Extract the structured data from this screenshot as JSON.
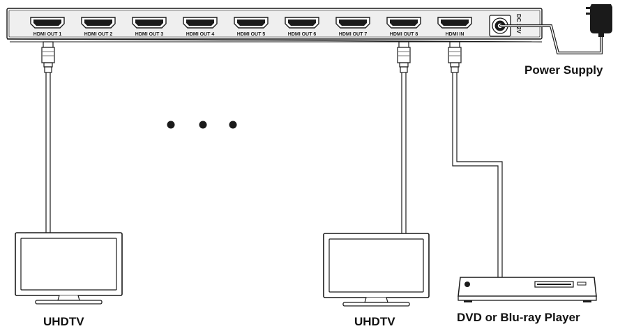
{
  "splitter": {
    "output_ports": [
      "HDMI OUT 1",
      "HDMI OUT 2",
      "HDMI OUT 3",
      "HDMI OUT 4",
      "HDMI OUT 5",
      "HDMI OUT 6",
      "HDMI OUT 7",
      "HDMI OUT 8"
    ],
    "input_port": "HDMI IN",
    "dc_label": "DC 12V"
  },
  "labels": {
    "power_supply": "Power Supply",
    "tv_left": "UHDTV",
    "tv_right": "UHDTV",
    "player": "DVD or Blu-ray Player"
  },
  "icons": {
    "ellipsis": "three-dots-icon",
    "hdmi_connector": "hdmi-connector-icon",
    "power_adapter": "power-adapter-icon"
  },
  "colors": {
    "line": "#1a1a1a",
    "device_fill": "#e9e9e9",
    "screen_fill": "#ffffff"
  }
}
